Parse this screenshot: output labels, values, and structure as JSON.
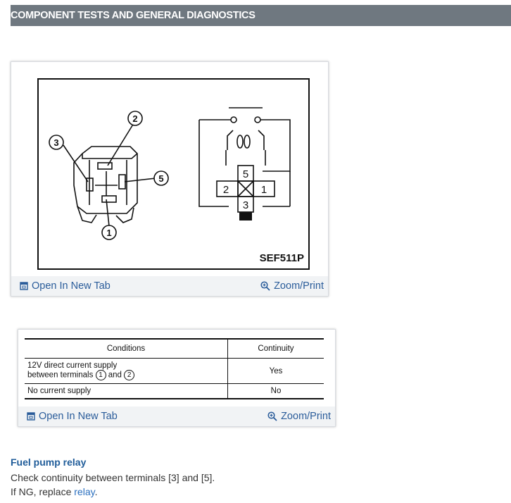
{
  "header": {
    "title": "COMPONENT TESTS AND GENERAL DIAGNOSTICS"
  },
  "figure1": {
    "label": "SEF511P",
    "callouts": [
      "1",
      "2",
      "3",
      "5"
    ],
    "schematic_terminals": [
      "5",
      "2",
      "1",
      "3"
    ],
    "open_tab": "Open In New Tab",
    "zoom_print": "Zoom/Print"
  },
  "figure2": {
    "headers": [
      "Conditions",
      "Continuity"
    ],
    "rows": [
      {
        "condition_line1": "12V direct current supply",
        "condition_line2_prefix": "between terminals",
        "terminal_a": "1",
        "and_word": "and",
        "terminal_b": "2",
        "continuity": "Yes"
      },
      {
        "condition": "No current supply",
        "continuity": "No"
      }
    ],
    "open_tab": "Open In New Tab",
    "zoom_print": "Zoom/Print"
  },
  "section": {
    "title": "Fuel pump relay",
    "line1": "Check continuity between terminals [3] and [5].",
    "line2_prefix": "If NG, replace ",
    "line2_link": "relay",
    "line2_suffix": "."
  },
  "colors": {
    "header_bg": "#6f7880",
    "link": "#2a5c9a",
    "section_title": "#1f5c99"
  }
}
